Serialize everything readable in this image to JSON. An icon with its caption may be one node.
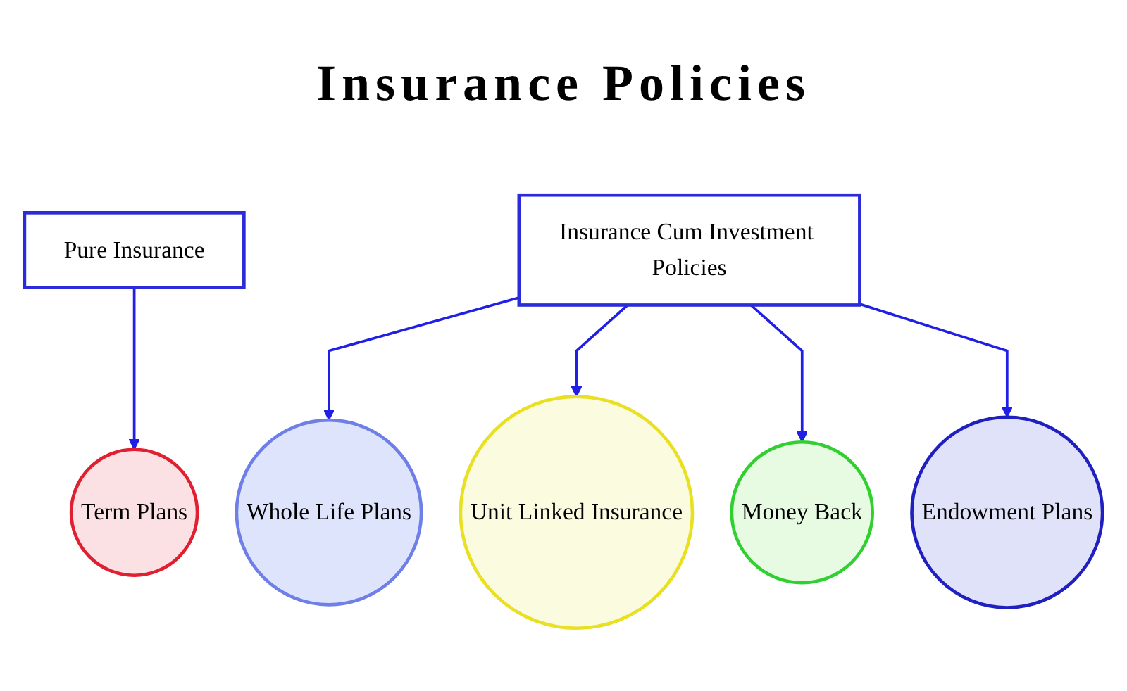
{
  "diagram": {
    "title": "Insurance Policies",
    "nodes": [
      {
        "text": [
          "Pure Insurance"
        ]
      },
      {
        "text": [
          "Insurance Cum Investment Policies"
        ]
      },
      {
        "text": [
          "Term Plans"
        ]
      },
      {
        "text": [
          "Whole Life Plans"
        ]
      },
      {
        "text": [
          "Unit Linked Insurance"
        ]
      },
      {
        "text": [
          "Money Back"
        ]
      },
      {
        "text": [
          "Endowment Plans"
        ]
      }
    ],
    "edges": [
      {
        "from": 0,
        "to": 2,
        "arrow": "to"
      },
      {
        "from": 1,
        "to": 3,
        "arrow": "to"
      },
      {
        "from": 1,
        "to": 4,
        "arrow": "to"
      },
      {
        "from": 1,
        "to": 5,
        "arrow": "to"
      },
      {
        "from": 1,
        "to": 6,
        "arrow": "to"
      }
    ]
  }
}
